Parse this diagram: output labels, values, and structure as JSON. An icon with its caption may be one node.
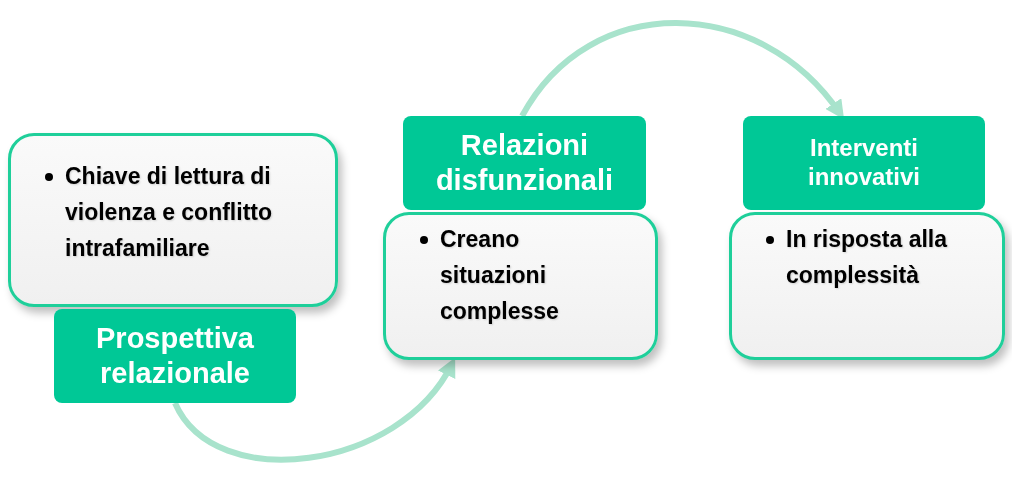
{
  "diagram": {
    "nodes": [
      {
        "text": [
          "Chiave di lettura di violenza e conflitto intrafamiliare"
        ]
      },
      {
        "text": [
          "Prospettiva relazionale"
        ]
      },
      {
        "text": [
          "Relazioni disfunzionali"
        ]
      },
      {
        "text": [
          "Creano situazioni complesse"
        ]
      },
      {
        "text": [
          "Interventi innovativi"
        ]
      },
      {
        "text": [
          "In risposta alla complessità"
        ]
      }
    ],
    "edges": [
      {
        "from": 1,
        "to": 3,
        "arrow": "to"
      },
      {
        "from": 2,
        "to": 4,
        "arrow": "to"
      }
    ]
  }
}
